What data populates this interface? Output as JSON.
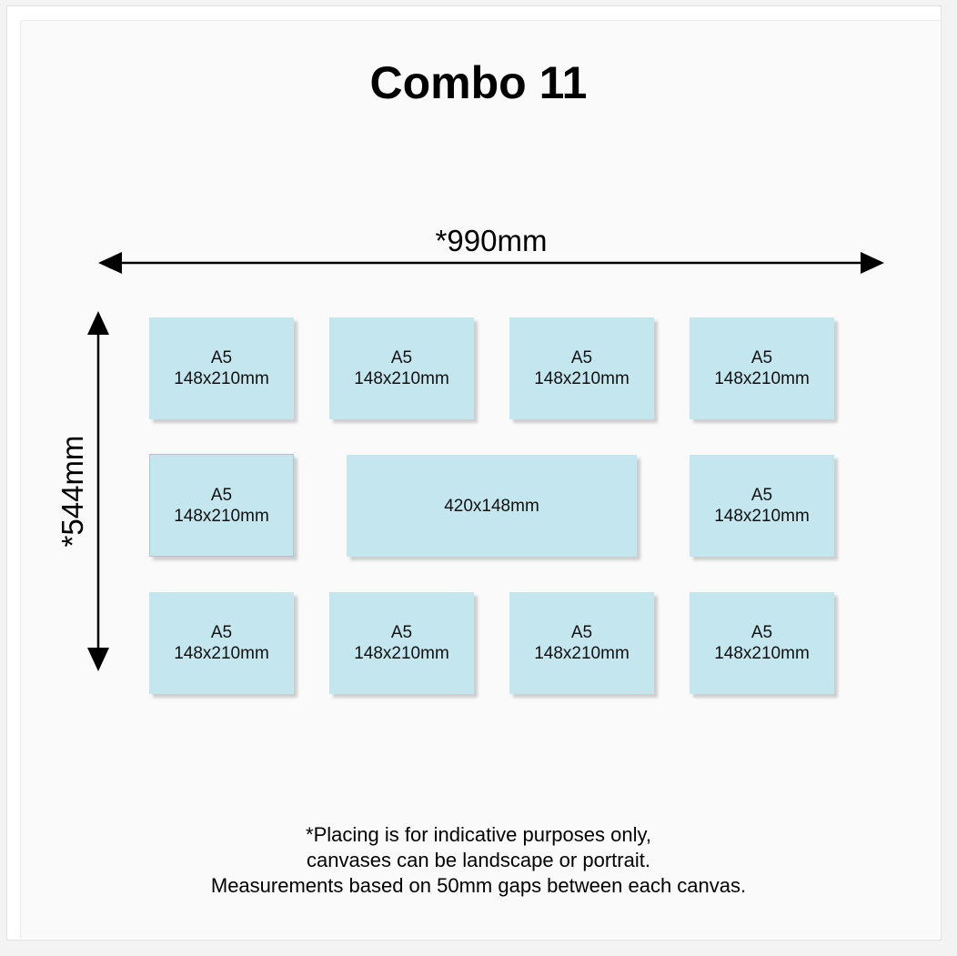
{
  "title": "Combo 11",
  "dimensions": {
    "width_label": "*990mm",
    "height_label": "*544mm"
  },
  "canvases": {
    "r1c1": {
      "name": "A5",
      "size": "148x210mm"
    },
    "r1c2": {
      "name": "A5",
      "size": "148x210mm"
    },
    "r1c3": {
      "name": "A5",
      "size": "148x210mm"
    },
    "r1c4": {
      "name": "A5",
      "size": "148x210mm"
    },
    "r2c1": {
      "name": "A5",
      "size": "148x210mm"
    },
    "r2wide": {
      "size": "420x148mm"
    },
    "r2c4": {
      "name": "A5",
      "size": "148x210mm"
    },
    "r3c1": {
      "name": "A5",
      "size": "148x210mm"
    },
    "r3c2": {
      "name": "A5",
      "size": "148x210mm"
    },
    "r3c3": {
      "name": "A5",
      "size": "148x210mm"
    },
    "r3c4": {
      "name": "A5",
      "size": "148x210mm"
    }
  },
  "footnote": {
    "line1": "*Placing is for indicative purposes only,",
    "line2": "canvases can be landscape or portrait.",
    "line3": "Measurements based on 50mm gaps between each canvas."
  },
  "colors": {
    "canvas_fill": "#c4e6ee",
    "background": "#fafafa",
    "arrow": "#000000"
  }
}
